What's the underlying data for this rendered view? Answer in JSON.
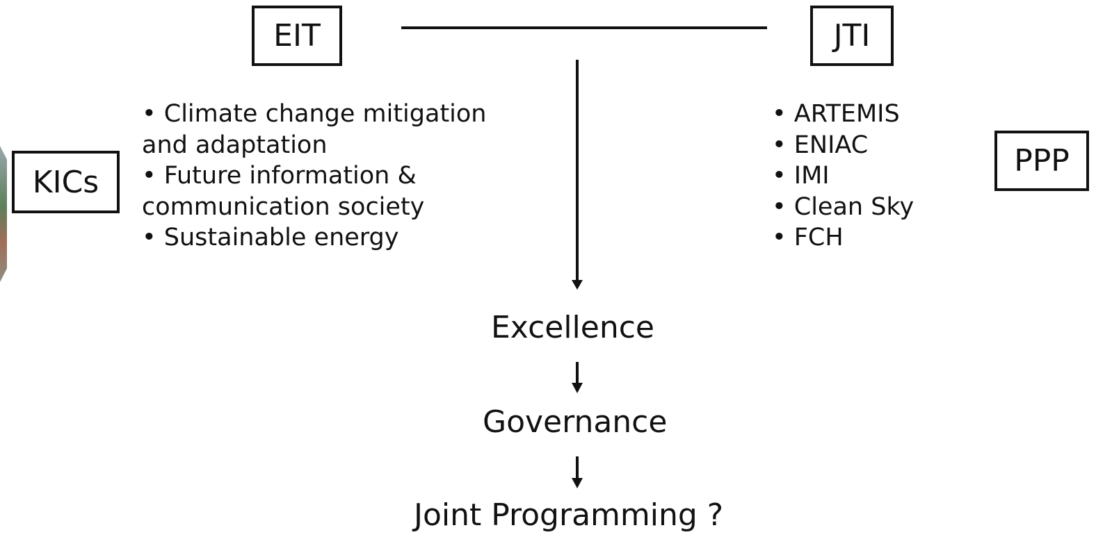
{
  "boxes": {
    "eit": "EIT",
    "jti": "JTI",
    "kics": "KICs",
    "ppp": "PPP"
  },
  "eit_items": [
    "• Climate change mitigation and adaptation",
    "• Future information & communication society",
    "• Sustainable energy"
  ],
  "jti_items": [
    "• ARTEMIS",
    "• ENIAC",
    "• IMI",
    "• Clean Sky",
    "• FCH"
  ],
  "flow": {
    "excellence": "Excellence",
    "governance": "Governance",
    "joint": "Joint Programming ?"
  }
}
